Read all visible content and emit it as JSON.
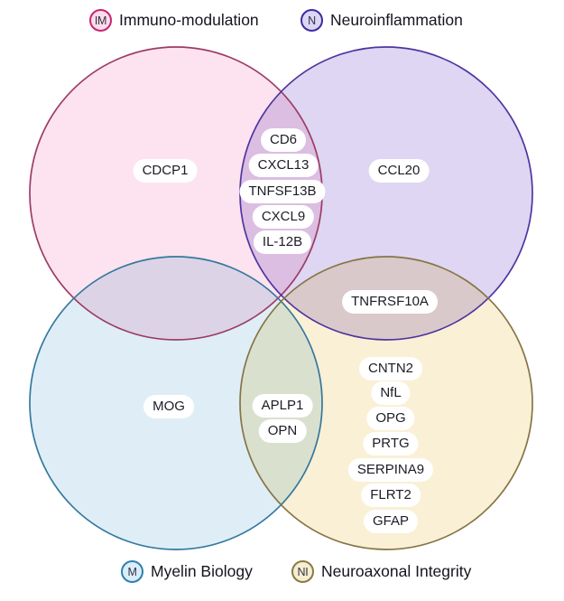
{
  "page": {
    "background": "#ffffff"
  },
  "venn": {
    "categories": [
      {
        "id": "im",
        "abbr": "IM",
        "label": "Immuno-modulation",
        "fill": "#fce3ef",
        "stroke": "#9c3c66",
        "badge_ring": "#c62570",
        "badge_fill": "#fbdcec"
      },
      {
        "id": "n",
        "abbr": "N",
        "label": "Neuroinflammation",
        "fill": "#ded6f2",
        "stroke": "#4f35a0",
        "badge_ring": "#3e2ba2",
        "badge_fill": "#dcd6f6"
      },
      {
        "id": "m",
        "abbr": "M",
        "label": "Myelin Biology",
        "fill": "#dfeef6",
        "stroke": "#35789f",
        "badge_ring": "#2f80b2",
        "badge_fill": "#daedf9"
      },
      {
        "id": "ni",
        "abbr": "NI",
        "label": "Neuroaxonal Integrity",
        "fill": "#faf0d6",
        "stroke": "#857545",
        "badge_ring": "#8a7a45",
        "badge_fill": "#f6eed3"
      }
    ],
    "regions": {
      "im_only": [
        "CDCP1"
      ],
      "n_only": [
        "CCL20"
      ],
      "m_only": [
        "MOG"
      ],
      "ni_only": [
        "CNTN2",
        "NfL",
        "OPG",
        "PRTG",
        "SERPINA9",
        "FLRT2",
        "GFAP"
      ],
      "im_n": [
        "CD6",
        "CXCL13",
        "TNFSF13B",
        "CXCL9",
        "IL-12B"
      ],
      "n_ni": [
        "TNFRSF10A"
      ],
      "m_ni": [
        "APLP1",
        "OPN"
      ]
    }
  }
}
